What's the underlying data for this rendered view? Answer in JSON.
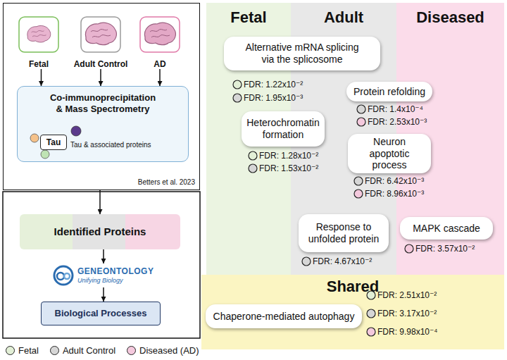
{
  "diagram": {
    "nodes": [
      {
        "text": [
          "Betters et al. 2023"
        ]
      },
      {
        "text": [
          "Fetal"
        ],
        "in": 0
      },
      {
        "text": [
          "Adult Control"
        ],
        "in": 0
      },
      {
        "text": [
          "AD"
        ],
        "in": 0
      },
      {
        "text": [
          "Co-immunoprecipitation & Mass Spectrometry"
        ],
        "in": 0
      },
      {
        "text": [
          "Tau"
        ],
        "in": 4
      },
      {
        "text": [
          "Identified Proteins"
        ]
      },
      {
        "text": [
          "GENEONTOLOGY",
          "Unifying Biology"
        ]
      },
      {
        "text": [
          "Biological Processes"
        ]
      },
      {
        "text": [
          "Fetal"
        ]
      },
      {
        "text": [
          "Adult"
        ]
      },
      {
        "text": [
          "Diseased"
        ]
      },
      {
        "text": [
          "Alternative mRNA splicing via the splicosome"
        ]
      },
      {
        "text": [
          "Protein refolding"
        ]
      },
      {
        "text": [
          "Heterochromatin formation"
        ]
      },
      {
        "text": [
          "Neuron apoptotic process"
        ]
      },
      {
        "text": [
          "Response to unfolded protein"
        ],
        "in": 10
      },
      {
        "text": [
          "MAPK cascade"
        ],
        "in": 11
      },
      {
        "text": [
          "Shared"
        ]
      },
      {
        "text": [
          "Chaperone-mediated autophagy"
        ],
        "in": 18
      }
    ],
    "edges": [
      {
        "from": 1,
        "to": 4,
        "arrow": "to"
      },
      {
        "from": 2,
        "to": 4,
        "arrow": "to"
      },
      {
        "from": 3,
        "to": 4,
        "arrow": "to"
      },
      {
        "from": 0,
        "to": 6,
        "arrow": "to"
      },
      {
        "from": 6,
        "to": 7,
        "arrow": "to"
      },
      {
        "from": 7,
        "to": 8,
        "arrow": "to"
      }
    ],
    "labels": [
      "Tau & associated proteins",
      "FDR: 1.22x10⁻²",
      "FDR: 1.95x10⁻³",
      "FDR: 1.4x10⁻⁴",
      "FDR: 2.53x10⁻³",
      "FDR: 1.28x10⁻²",
      "FDR: 1.53x10⁻²",
      "FDR: 6.42x10⁻³",
      "FDR: 8.96x10⁻³",
      "FDR: 4.67x10⁻²",
      "FDR: 3.57x10⁻²",
      "FDR: 2.51x10⁻²",
      "FDR: 3.17x10⁻²",
      "FDR: 9.98x10⁻⁴"
    ],
    "legend": [
      {
        "text": "Fetal",
        "color": "#e2efd6"
      },
      {
        "text": "Adult Control",
        "color": "#d6d6d6"
      },
      {
        "text": "Diseased (AD)",
        "color": "#f4c9dd"
      }
    ]
  }
}
